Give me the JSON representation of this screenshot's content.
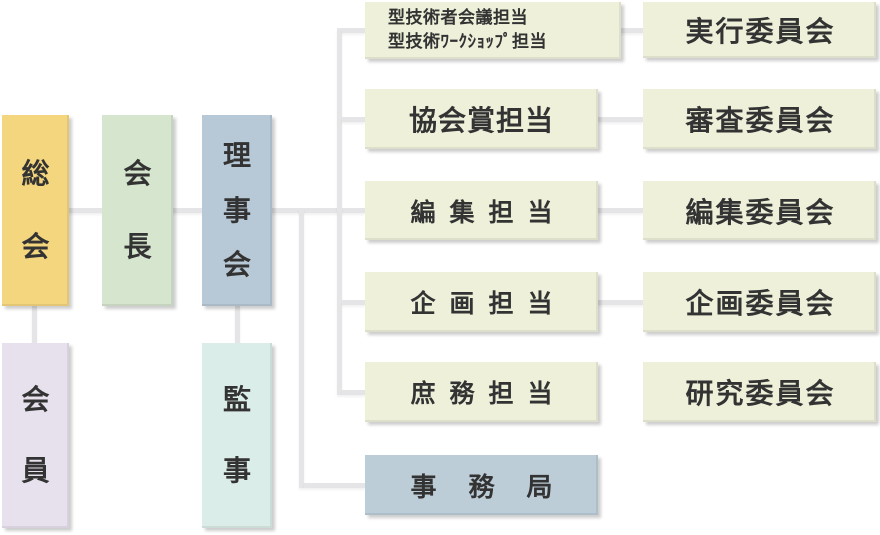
{
  "colors": {
    "background": "#ffffff",
    "connector": "#e5e5e7",
    "text": "#333333",
    "soukai": "#f4d67e",
    "kaichou": "#d5e5ce",
    "rijikai": "#b7c8d6",
    "kaiin": "#e7e1ee",
    "kanji": "#dbede8",
    "tantou_box": "#eef0da",
    "iinkai_box": "#eef0da",
    "jimukyoku": "#bccdd8"
  },
  "nodes": {
    "soukai": {
      "label": "総会",
      "chars": [
        "総",
        "会"
      ]
    },
    "kaichou": {
      "label": "会長",
      "chars": [
        "会",
        "長"
      ]
    },
    "rijikai": {
      "label": "理事会",
      "chars": [
        "理",
        "事",
        "会"
      ]
    },
    "kaiin": {
      "label": "会員",
      "chars": [
        "会",
        "員"
      ]
    },
    "kanji": {
      "label": "監事",
      "chars": [
        "監",
        "事"
      ]
    },
    "kata_tantou": {
      "line1": "型技術者会議担当",
      "line2": "型技術ﾜｰｸｼｮｯﾌﾟ担当"
    },
    "kyoukaishou_tantou": {
      "label": "協会賞担当"
    },
    "henshuu_tantou": {
      "label": "編集担当"
    },
    "kikaku_tantou": {
      "label": "企画担当"
    },
    "shomu_tantou": {
      "label": "庶務担当"
    },
    "jimukyoku": {
      "label": "事務局"
    },
    "jikkou_iinkai": {
      "label": "実行委員会"
    },
    "shinsa_iinkai": {
      "label": "審査委員会"
    },
    "henshuu_iinkai": {
      "label": "編集委員会"
    },
    "kikaku_iinkai": {
      "label": "企画委員会"
    },
    "kenkyuu_iinkai": {
      "label": "研究委員会"
    }
  }
}
